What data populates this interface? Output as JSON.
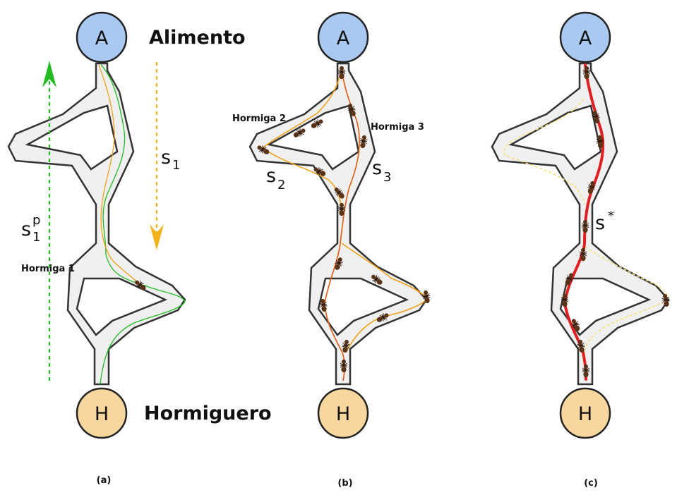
{
  "nodes": {
    "food_symbol": "A",
    "nest_symbol": "H",
    "food_label": "Alimento",
    "nest_label": "Hormiguero",
    "food_color": "#a9c9f0",
    "nest_color": "#f7d79d"
  },
  "panel_a": {
    "ant_label": "Hormiga 1",
    "forward_symbol": "s",
    "forward_sub": "1",
    "backward_symbol": "s",
    "backward_sub": "1",
    "backward_sup": "p",
    "caption": "(a)"
  },
  "panel_b": {
    "ant2_label": "Hormiga 2",
    "ant3_label": "Hormiga 3",
    "path2_symbol": "s",
    "path2_sub": "2",
    "path3_symbol": "s",
    "path3_sub": "3",
    "caption": "(b)"
  },
  "panel_c": {
    "best_symbol": "s",
    "best_sup": "*",
    "caption": "(c)"
  },
  "colors": {
    "corridor_fill": "#f0f0f0",
    "corridor_stroke": "#333333",
    "green_path": "#22bb22",
    "orange_path": "#f2a11c",
    "dark_orange_path": "#e05a10",
    "red_path": "#e02020",
    "yellow_dashed": "#f5e07a",
    "ant": "#5a3418"
  }
}
